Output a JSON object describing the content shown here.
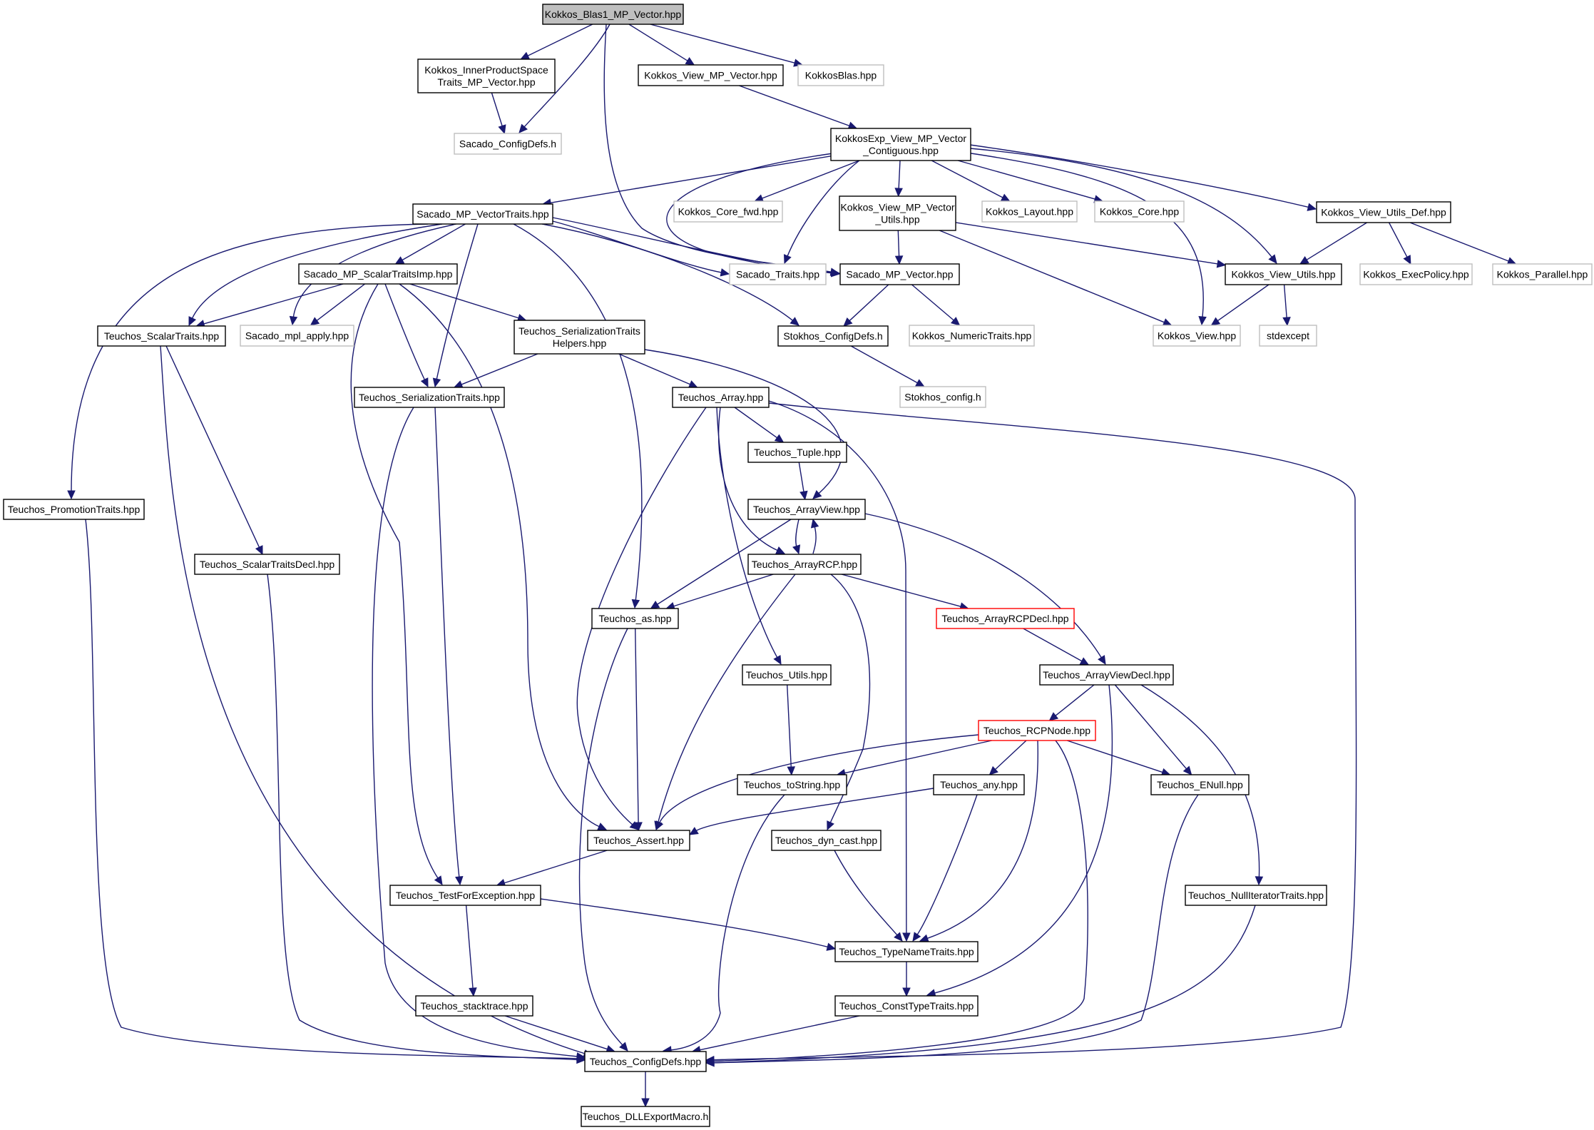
{
  "colors": {
    "edge": "#191970",
    "node_border": "#000000",
    "external_border": "#bfbfbf",
    "incomplete_border": "#ff0000",
    "root_fill": "#bfbfbf",
    "node_fill": "#ffffff"
  },
  "nodes": [
    {
      "id": "kokkos_blas1_mp_vector",
      "lines": [
        "Kokkos_Blas1_MP_Vector.hpp"
      ],
      "kind": "root"
    },
    {
      "id": "kokkos_innerproduct",
      "lines": [
        "Kokkos_InnerProductSpace",
        "Traits_MP_Vector.hpp"
      ],
      "kind": "normal"
    },
    {
      "id": "kokkos_view_mp_vector",
      "lines": [
        "Kokkos_View_MP_Vector.hpp"
      ],
      "kind": "normal"
    },
    {
      "id": "kokkosblas",
      "lines": [
        "KokkosBlas.hpp"
      ],
      "kind": "external"
    },
    {
      "id": "sacado_configdefs",
      "lines": [
        "Sacado_ConfigDefs.h"
      ],
      "kind": "external"
    },
    {
      "id": "kokkosexp_view_mp_vector_contig",
      "lines": [
        "KokkosExp_View_MP_Vector",
        "_Contiguous.hpp"
      ],
      "kind": "normal"
    },
    {
      "id": "sacado_mp_vectortraits",
      "lines": [
        "Sacado_MP_VectorTraits.hpp"
      ],
      "kind": "normal"
    },
    {
      "id": "kokkos_core_fwd",
      "lines": [
        "Kokkos_Core_fwd.hpp"
      ],
      "kind": "external"
    },
    {
      "id": "kokkos_view_mp_vector_utils",
      "lines": [
        "Kokkos_View_MP_Vector",
        "_Utils.hpp"
      ],
      "kind": "normal"
    },
    {
      "id": "kokkos_layout",
      "lines": [
        "Kokkos_Layout.hpp"
      ],
      "kind": "external"
    },
    {
      "id": "kokkos_core",
      "lines": [
        "Kokkos_Core.hpp"
      ],
      "kind": "external"
    },
    {
      "id": "kokkos_view_utils_def",
      "lines": [
        "Kokkos_View_Utils_Def.hpp"
      ],
      "kind": "normal"
    },
    {
      "id": "sacado_mp_scalartraitsimp",
      "lines": [
        "Sacado_MP_ScalarTraitsImp.hpp"
      ],
      "kind": "normal"
    },
    {
      "id": "sacado_traits",
      "lines": [
        "Sacado_Traits.hpp"
      ],
      "kind": "external"
    },
    {
      "id": "sacado_mp_vector",
      "lines": [
        "Sacado_MP_Vector.hpp"
      ],
      "kind": "normal"
    },
    {
      "id": "kokkos_view_utils",
      "lines": [
        "Kokkos_View_Utils.hpp"
      ],
      "kind": "normal"
    },
    {
      "id": "kokkos_execpolicy",
      "lines": [
        "Kokkos_ExecPolicy.hpp"
      ],
      "kind": "external"
    },
    {
      "id": "kokkos_parallel",
      "lines": [
        "Kokkos_Parallel.hpp"
      ],
      "kind": "external"
    },
    {
      "id": "teuchos_scalartraits",
      "lines": [
        "Teuchos_ScalarTraits.hpp"
      ],
      "kind": "normal"
    },
    {
      "id": "sacado_mpl_apply",
      "lines": [
        "Sacado_mpl_apply.hpp"
      ],
      "kind": "external"
    },
    {
      "id": "teuchos_serializationtraitshelpers",
      "lines": [
        "Teuchos_SerializationTraits",
        "Helpers.hpp"
      ],
      "kind": "normal"
    },
    {
      "id": "stokhos_configdefs",
      "lines": [
        "Stokhos_ConfigDefs.h"
      ],
      "kind": "normal"
    },
    {
      "id": "kokkos_numerictraits",
      "lines": [
        "Kokkos_NumericTraits.hpp"
      ],
      "kind": "external"
    },
    {
      "id": "kokkos_view",
      "lines": [
        "Kokkos_View.hpp"
      ],
      "kind": "external"
    },
    {
      "id": "stdexcept",
      "lines": [
        "stdexcept"
      ],
      "kind": "external"
    },
    {
      "id": "teuchos_serializationtraits",
      "lines": [
        "Teuchos_SerializationTraits.hpp"
      ],
      "kind": "normal"
    },
    {
      "id": "teuchos_array",
      "lines": [
        "Teuchos_Array.hpp"
      ],
      "kind": "normal"
    },
    {
      "id": "stokhos_config",
      "lines": [
        "Stokhos_config.h"
      ],
      "kind": "external"
    },
    {
      "id": "teuchos_tuple",
      "lines": [
        "Teuchos_Tuple.hpp"
      ],
      "kind": "normal"
    },
    {
      "id": "teuchos_promotiontraits",
      "lines": [
        "Teuchos_PromotionTraits.hpp"
      ],
      "kind": "normal"
    },
    {
      "id": "teuchos_arrayview",
      "lines": [
        "Teuchos_ArrayView.hpp"
      ],
      "kind": "normal"
    },
    {
      "id": "teuchos_scalartraitsdecl",
      "lines": [
        "Teuchos_ScalarTraitsDecl.hpp"
      ],
      "kind": "normal"
    },
    {
      "id": "teuchos_arrayrcp",
      "lines": [
        "Teuchos_ArrayRCP.hpp"
      ],
      "kind": "normal"
    },
    {
      "id": "teuchos_as",
      "lines": [
        "Teuchos_as.hpp"
      ],
      "kind": "normal"
    },
    {
      "id": "teuchos_arrayrcpdecl",
      "lines": [
        "Teuchos_ArrayRCPDecl.hpp"
      ],
      "kind": "incomplete"
    },
    {
      "id": "teuchos_utils",
      "lines": [
        "Teuchos_Utils.hpp"
      ],
      "kind": "normal"
    },
    {
      "id": "teuchos_arrayviewdecl",
      "lines": [
        "Teuchos_ArrayViewDecl.hpp"
      ],
      "kind": "normal"
    },
    {
      "id": "teuchos_rcpnode",
      "lines": [
        "Teuchos_RCPNode.hpp"
      ],
      "kind": "incomplete"
    },
    {
      "id": "teuchos_tostring",
      "lines": [
        "Teuchos_toString.hpp"
      ],
      "kind": "normal"
    },
    {
      "id": "teuchos_any",
      "lines": [
        "Teuchos_any.hpp"
      ],
      "kind": "normal"
    },
    {
      "id": "teuchos_enull",
      "lines": [
        "Teuchos_ENull.hpp"
      ],
      "kind": "normal"
    },
    {
      "id": "teuchos_assert",
      "lines": [
        "Teuchos_Assert.hpp"
      ],
      "kind": "normal"
    },
    {
      "id": "teuchos_dyn_cast",
      "lines": [
        "Teuchos_dyn_cast.hpp"
      ],
      "kind": "normal"
    },
    {
      "id": "teuchos_testforexception",
      "lines": [
        "Teuchos_TestForException.hpp"
      ],
      "kind": "normal"
    },
    {
      "id": "teuchos_nulliteratortraits",
      "lines": [
        "Teuchos_NullIteratorTraits.hpp"
      ],
      "kind": "normal"
    },
    {
      "id": "teuchos_typenametraits",
      "lines": [
        "Teuchos_TypeNameTraits.hpp"
      ],
      "kind": "normal"
    },
    {
      "id": "teuchos_stacktrace",
      "lines": [
        "Teuchos_stacktrace.hpp"
      ],
      "kind": "normal"
    },
    {
      "id": "teuchos_consttypetraits",
      "lines": [
        "Teuchos_ConstTypeTraits.hpp"
      ],
      "kind": "normal"
    },
    {
      "id": "teuchos_configdefs",
      "lines": [
        "Teuchos_ConfigDefs.hpp"
      ],
      "kind": "normal"
    },
    {
      "id": "teuchos_dllexportmacro",
      "lines": [
        "Teuchos_DLLExportMacro.h"
      ],
      "kind": "normal"
    }
  ],
  "edges": [
    [
      "kokkos_blas1_mp_vector",
      "kokkos_innerproduct"
    ],
    [
      "kokkos_blas1_mp_vector",
      "sacado_configdefs"
    ],
    [
      "kokkos_blas1_mp_vector",
      "kokkos_view_mp_vector"
    ],
    [
      "kokkos_blas1_mp_vector",
      "kokkosblas"
    ],
    [
      "kokkos_blas1_mp_vector",
      "sacado_mp_vector"
    ],
    [
      "kokkos_innerproduct",
      "sacado_configdefs"
    ],
    [
      "kokkos_view_mp_vector",
      "kokkosexp_view_mp_vector_contig"
    ],
    [
      "kokkosexp_view_mp_vector_contig",
      "sacado_mp_vectortraits"
    ],
    [
      "kokkosexp_view_mp_vector_contig",
      "kokkos_core_fwd"
    ],
    [
      "kokkosexp_view_mp_vector_contig",
      "kokkos_view_mp_vector_utils"
    ],
    [
      "kokkosexp_view_mp_vector_contig",
      "kokkos_layout"
    ],
    [
      "kokkosexp_view_mp_vector_contig",
      "kokkos_core"
    ],
    [
      "kokkosexp_view_mp_vector_contig",
      "kokkos_view_utils_def"
    ],
    [
      "kokkosexp_view_mp_vector_contig",
      "sacado_traits"
    ],
    [
      "kokkosexp_view_mp_vector_contig",
      "sacado_mp_vector"
    ],
    [
      "kokkosexp_view_mp_vector_contig",
      "kokkos_view_utils"
    ],
    [
      "kokkosexp_view_mp_vector_contig",
      "kokkos_view"
    ],
    [
      "sacado_mp_vectortraits",
      "sacado_mp_scalartraitsimp"
    ],
    [
      "sacado_mp_vectortraits",
      "teuchos_scalartraits"
    ],
    [
      "sacado_mp_vectortraits",
      "sacado_mpl_apply"
    ],
    [
      "sacado_mp_vectortraits",
      "teuchos_serializationtraits"
    ],
    [
      "sacado_mp_vectortraits",
      "sacado_traits"
    ],
    [
      "sacado_mp_vectortraits",
      "sacado_mp_vector"
    ],
    [
      "sacado_mp_vectortraits",
      "stokhos_configdefs"
    ],
    [
      "sacado_mp_vectortraits",
      "teuchos_promotiontraits"
    ],
    [
      "sacado_mp_vectortraits",
      "teuchos_as"
    ],
    [
      "kokkos_view_mp_vector_utils",
      "sacado_mp_vector"
    ],
    [
      "kokkos_view_mp_vector_utils",
      "kokkos_view_utils"
    ],
    [
      "kokkos_view_mp_vector_utils",
      "kokkos_view"
    ],
    [
      "kokkos_view_utils_def",
      "kokkos_view_utils"
    ],
    [
      "kokkos_view_utils_def",
      "kokkos_execpolicy"
    ],
    [
      "kokkos_view_utils_def",
      "kokkos_parallel"
    ],
    [
      "kokkos_view_utils",
      "kokkos_view"
    ],
    [
      "kokkos_view_utils",
      "stdexcept"
    ],
    [
      "sacado_mp_vector",
      "stokhos_configdefs"
    ],
    [
      "sacado_mp_vector",
      "kokkos_numerictraits"
    ],
    [
      "stokhos_configdefs",
      "stokhos_config"
    ],
    [
      "sacado_mp_scalartraitsimp",
      "teuchos_scalartraits"
    ],
    [
      "sacado_mp_scalartraitsimp",
      "sacado_mpl_apply"
    ],
    [
      "sacado_mp_scalartraitsimp",
      "teuchos_serializationtraitshelpers"
    ],
    [
      "sacado_mp_scalartraitsimp",
      "teuchos_serializationtraits"
    ],
    [
      "sacado_mp_scalartraitsimp",
      "teuchos_testforexception"
    ],
    [
      "sacado_mp_scalartraitsimp",
      "teuchos_assert"
    ],
    [
      "teuchos_serializationtraitshelpers",
      "teuchos_serializationtraits"
    ],
    [
      "teuchos_serializationtraitshelpers",
      "teuchos_array"
    ],
    [
      "teuchos_serializationtraitshelpers",
      "teuchos_arrayview"
    ],
    [
      "teuchos_scalartraits",
      "teuchos_scalartraitsdecl"
    ],
    [
      "teuchos_scalartraits",
      "teuchos_configdefs"
    ],
    [
      "teuchos_serializationtraits",
      "teuchos_testforexception"
    ],
    [
      "teuchos_serializationtraits",
      "teuchos_configdefs"
    ],
    [
      "teuchos_promotiontraits",
      "teuchos_configdefs"
    ],
    [
      "teuchos_scalartraitsdecl",
      "teuchos_configdefs"
    ],
    [
      "teuchos_array",
      "teuchos_tuple"
    ],
    [
      "teuchos_array",
      "teuchos_arrayrcp"
    ],
    [
      "teuchos_array",
      "teuchos_utils"
    ],
    [
      "teuchos_array",
      "teuchos_assert"
    ],
    [
      "teuchos_array",
      "teuchos_typenametraits"
    ],
    [
      "teuchos_array",
      "teuchos_configdefs"
    ],
    [
      "teuchos_tuple",
      "teuchos_arrayview"
    ],
    [
      "teuchos_arrayview",
      "teuchos_arrayrcp"
    ],
    [
      "teuchos_arrayview",
      "teuchos_as"
    ],
    [
      "teuchos_arrayview",
      "teuchos_arrayviewdecl"
    ],
    [
      "teuchos_arrayrcp",
      "teuchos_arrayview"
    ],
    [
      "teuchos_arrayrcp",
      "teuchos_as"
    ],
    [
      "teuchos_arrayrcp",
      "teuchos_arrayrcpdecl"
    ],
    [
      "teuchos_arrayrcp",
      "teuchos_assert"
    ],
    [
      "teuchos_arrayrcp",
      "teuchos_dyn_cast"
    ],
    [
      "teuchos_as",
      "teuchos_assert"
    ],
    [
      "teuchos_as",
      "teuchos_configdefs"
    ],
    [
      "teuchos_arrayrcpdecl",
      "teuchos_arrayviewdecl"
    ],
    [
      "teuchos_utils",
      "teuchos_tostring"
    ],
    [
      "teuchos_arrayviewdecl",
      "teuchos_rcpnode"
    ],
    [
      "teuchos_arrayviewdecl",
      "teuchos_enull"
    ],
    [
      "teuchos_arrayviewdecl",
      "teuchos_nulliteratortraits"
    ],
    [
      "teuchos_arrayviewdecl",
      "teuchos_consttypetraits"
    ],
    [
      "teuchos_rcpnode",
      "teuchos_tostring"
    ],
    [
      "teuchos_rcpnode",
      "teuchos_any"
    ],
    [
      "teuchos_rcpnode",
      "teuchos_enull"
    ],
    [
      "teuchos_rcpnode",
      "teuchos_assert"
    ],
    [
      "teuchos_rcpnode",
      "teuchos_typenametraits"
    ],
    [
      "teuchos_rcpnode",
      "teuchos_configdefs"
    ],
    [
      "teuchos_tostring",
      "teuchos_configdefs"
    ],
    [
      "teuchos_any",
      "teuchos_assert"
    ],
    [
      "teuchos_any",
      "teuchos_typenametraits"
    ],
    [
      "teuchos_enull",
      "teuchos_configdefs"
    ],
    [
      "teuchos_assert",
      "teuchos_testforexception"
    ],
    [
      "teuchos_dyn_cast",
      "teuchos_typenametraits"
    ],
    [
      "teuchos_testforexception",
      "teuchos_stacktrace"
    ],
    [
      "teuchos_testforexception",
      "teuchos_typenametraits"
    ],
    [
      "teuchos_nulliteratortraits",
      "teuchos_configdefs"
    ],
    [
      "teuchos_typenametraits",
      "teuchos_consttypetraits"
    ],
    [
      "teuchos_stacktrace",
      "teuchos_configdefs"
    ],
    [
      "teuchos_consttypetraits",
      "teuchos_configdefs"
    ],
    [
      "teuchos_configdefs",
      "teuchos_dllexportmacro"
    ]
  ]
}
